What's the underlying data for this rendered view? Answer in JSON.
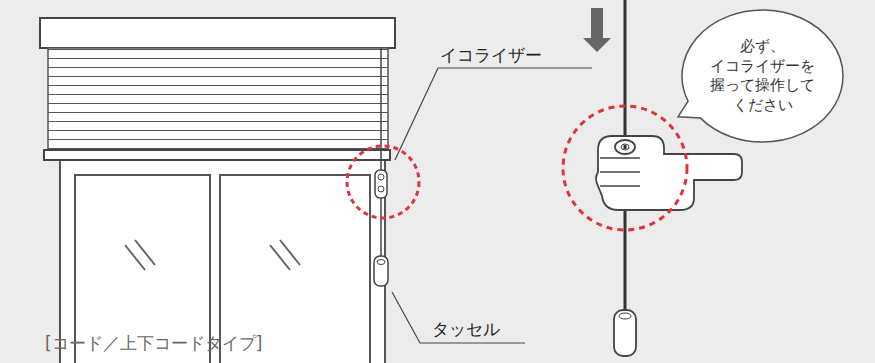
{
  "diagram": {
    "caption": "[コード／上下コードタイプ]",
    "nodes": [
      {
        "text": [
          "必ず、 イコライザーを 握って操作して ください"
        ]
      }
    ],
    "labels": [
      "イコライザー",
      "タッセル"
    ]
  }
}
